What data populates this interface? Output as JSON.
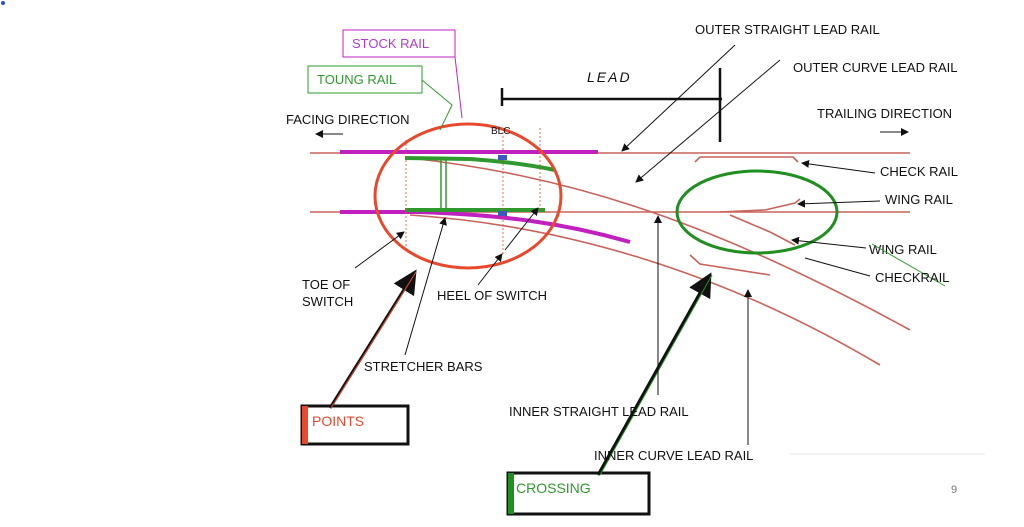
{
  "labels": {
    "stock_rail": "STOCK RAIL",
    "toung_rail": "TOUNG RAIL",
    "facing_direction": "FACING DIRECTION",
    "lead": "LEAD",
    "outer_straight_lead_rail": "OUTER STRAIGHT LEAD RAIL",
    "outer_curve_lead_rail": "OUTER CURVE LEAD RAIL",
    "trailing_direction": "TRAILING DIRECTION",
    "check_rail": "CHECK RAIL",
    "wing_rail_1": "WING RAIL",
    "wing_rail_2": "WING RAIL",
    "checkrail": "CHECKRAIL",
    "blc": "BLC",
    "toe_of_switch_line1": "TOE OF",
    "toe_of_switch_line2": "SWITCH",
    "heel_of_switch": "HEEL OF SWITCH",
    "stretcher_bars": "STRETCHER BARS",
    "inner_straight_lead_rail": "INNER STRAIGHT LEAD RAIL",
    "inner_curve_lead_rail": "INNER CURVE LEAD RAIL",
    "points": "POINTS",
    "crossing": "CROSSING",
    "page_number": "9"
  },
  "colors": {
    "rail": "#c9625a",
    "stock_rail": "#c020c0",
    "toung_rail": "#2e9a2e",
    "points": "#e8482b",
    "crossing": "#1f8f1f",
    "arrow": "#111111"
  }
}
